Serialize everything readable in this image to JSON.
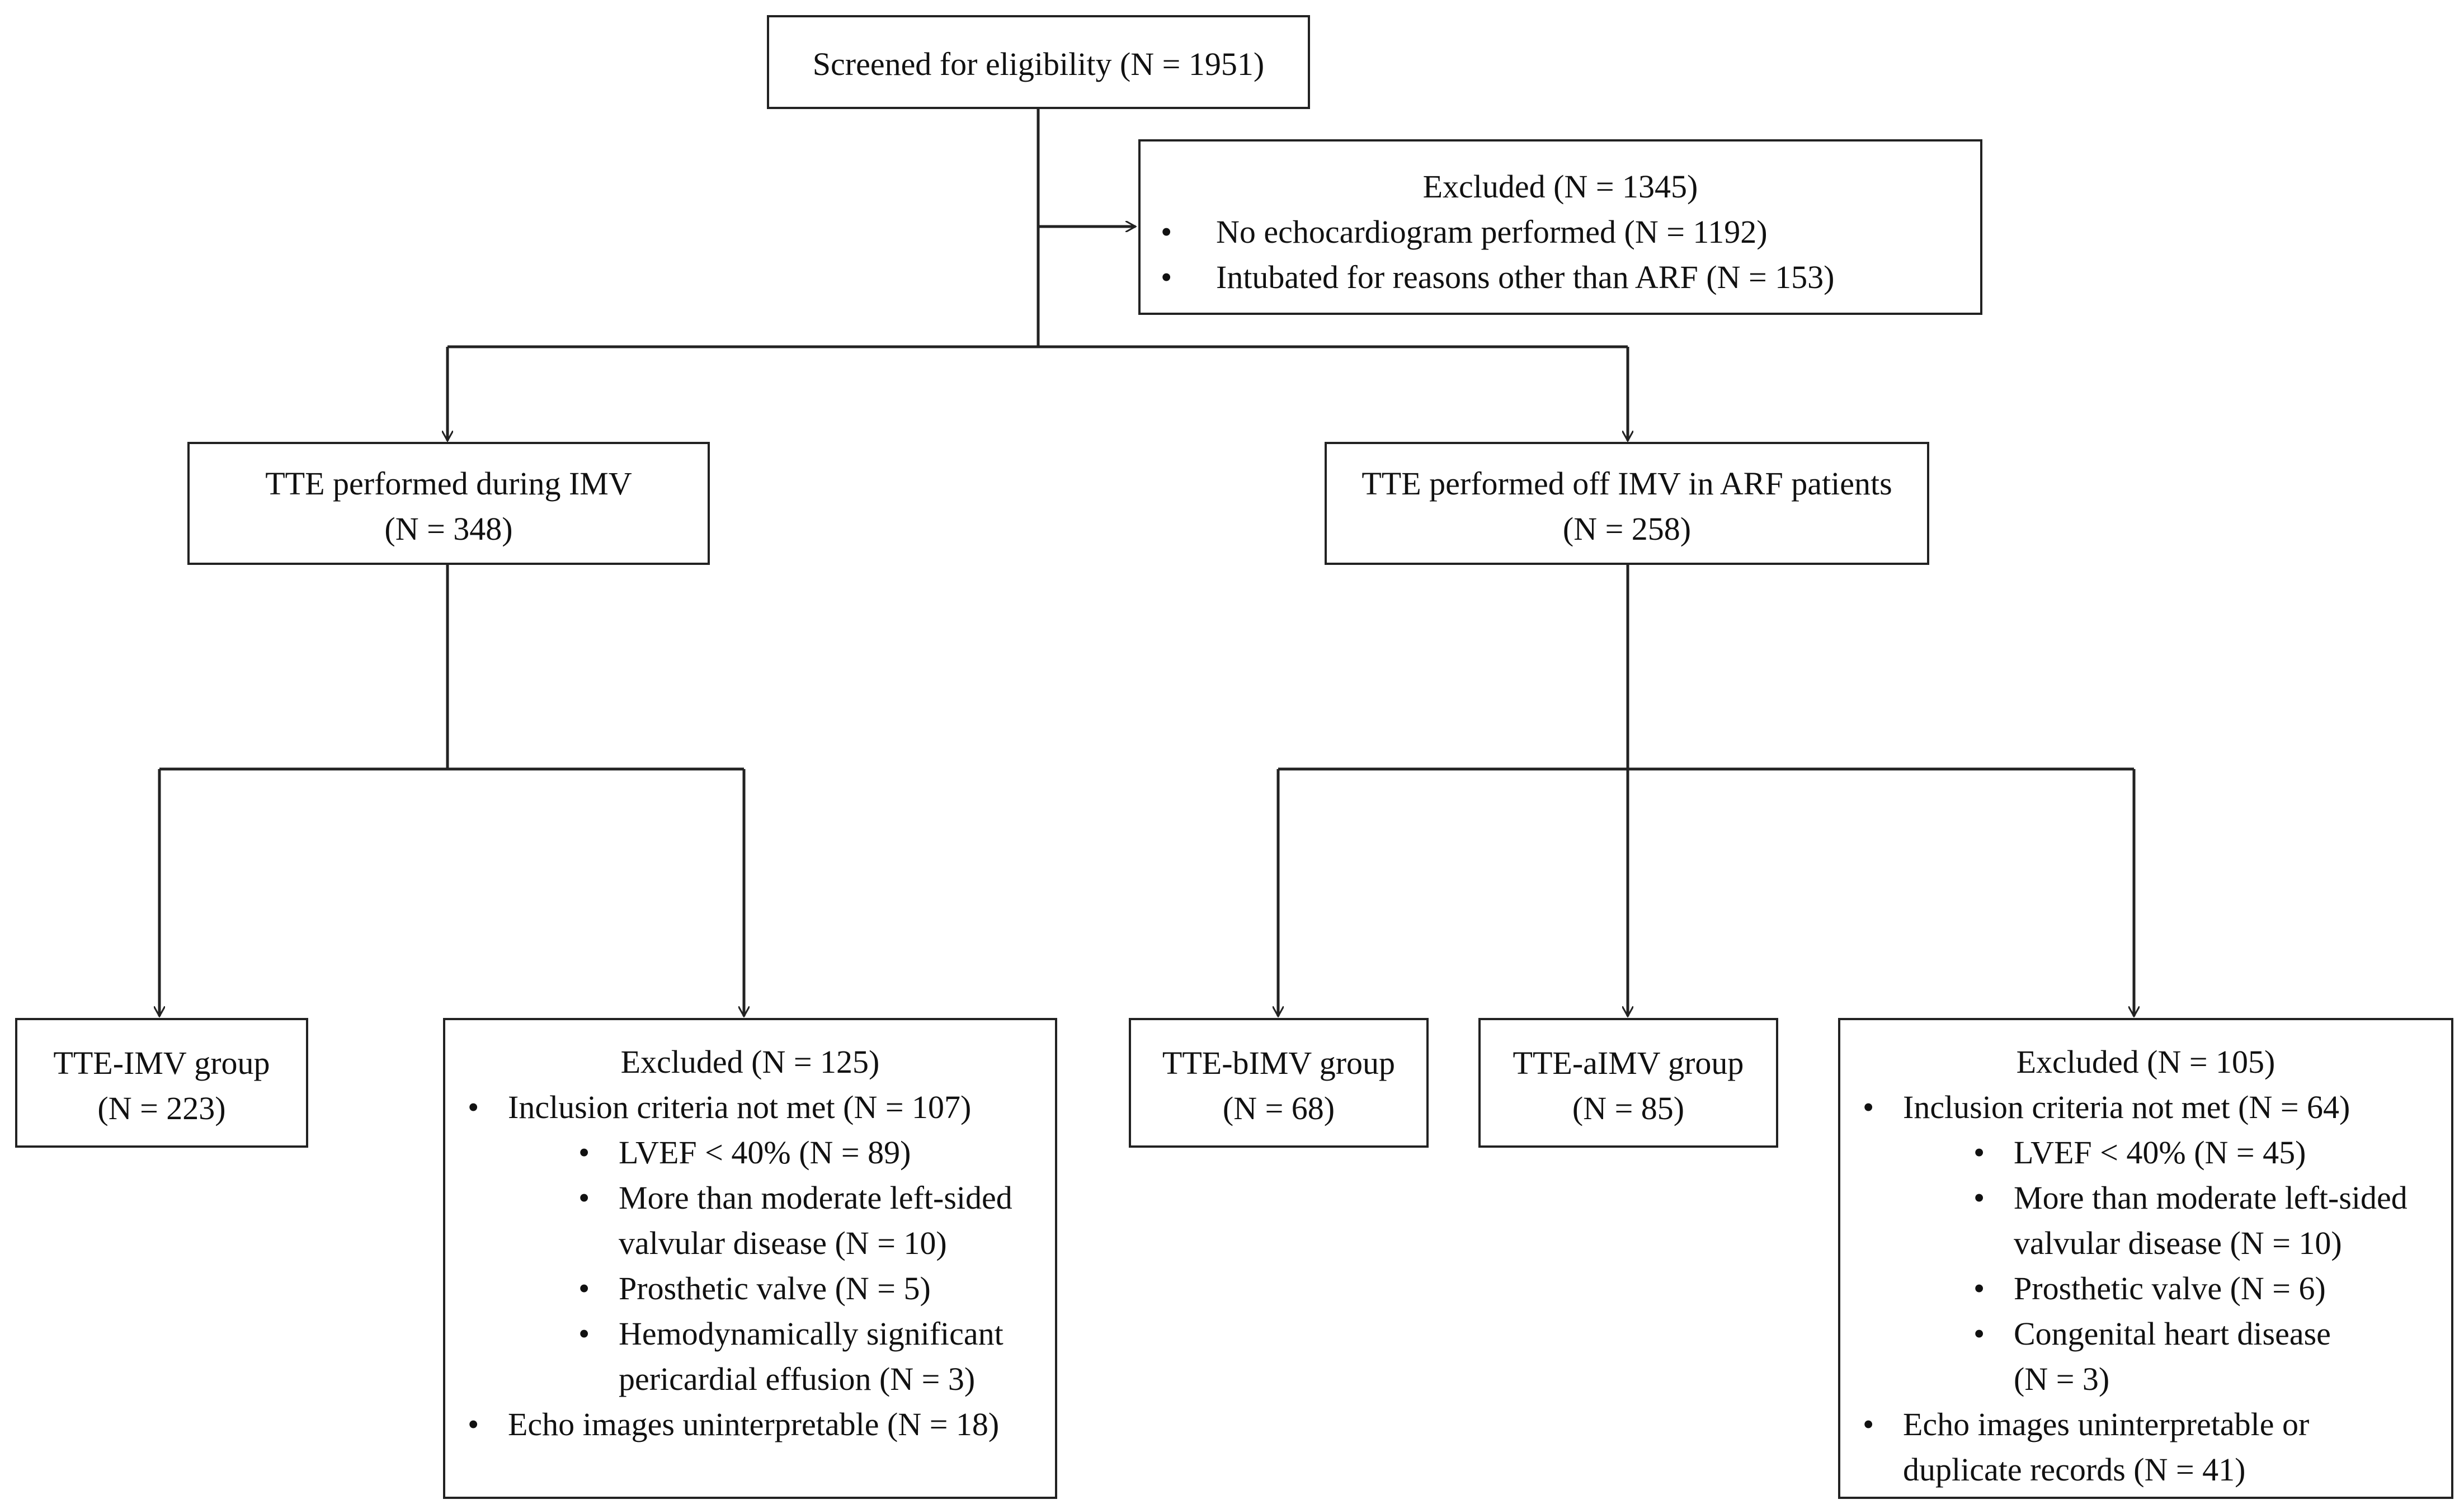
{
  "screened": {
    "text": "Screened for eligibility (N = 1951)"
  },
  "excluded_top": {
    "title": "Excluded (N = 1345)",
    "items": [
      "No echocardiogram performed (N = 1192)",
      "Intubated for reasons other than ARF (N = 153)"
    ]
  },
  "tte_imv": {
    "line1": "TTE performed during IMV",
    "line2": "(N = 348)"
  },
  "tte_off_imv": {
    "line1": "TTE performed off IMV in ARF patients",
    "line2": "(N = 258)"
  },
  "tte_imv_group": {
    "line1": "TTE-IMV group",
    "line2": "(N = 223)"
  },
  "tte_bimv_group": {
    "line1": "TTE-bIMV group",
    "line2": "(N = 68)"
  },
  "tte_aimv_group": {
    "line1": "TTE-aIMV group",
    "line2": "(N = 85)"
  },
  "excluded_left": {
    "title": "Excluded (N = 125)",
    "criteria": "Inclusion criteria not met (N = 107)",
    "sub_items": [
      [
        "LVEF < 40% (N = 89)"
      ],
      [
        "More than moderate left-sided",
        "valvular disease (N = 10)"
      ],
      [
        "Prosthetic valve (N = 5)"
      ],
      [
        "Hemodynamically significant",
        "pericardial effusion (N = 3)"
      ]
    ],
    "other": [
      "Echo images uninterpretable (N = 18)"
    ]
  },
  "excluded_right": {
    "title": "Excluded (N = 105)",
    "criteria": "Inclusion criteria not met (N = 64)",
    "sub_items": [
      [
        "LVEF < 40% (N = 45)"
      ],
      [
        "More than moderate left-sided",
        "valvular disease (N = 10)"
      ],
      [
        "Prosthetic valve (N = 6)"
      ],
      [
        "Congenital heart disease",
        "(N = 3)"
      ]
    ],
    "other": [
      "Echo images uninterpretable or",
      "duplicate records (N = 41)"
    ]
  },
  "bullet_glyph": "•",
  "colors": {
    "line": "#222222",
    "text": "#111111",
    "background": "#ffffff"
  }
}
